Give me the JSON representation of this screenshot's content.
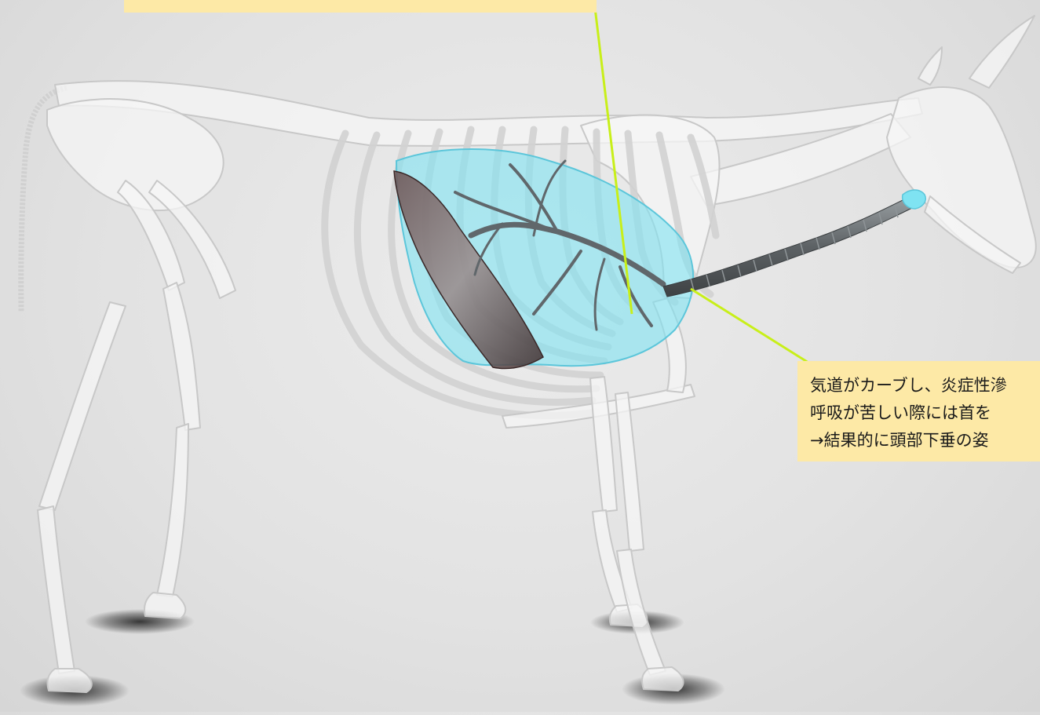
{
  "figure": {
    "colors": {
      "background": "#e3e3e3",
      "bone": "#f4f4f4",
      "lung": "#7fe3f2",
      "trachea": "#6f7375",
      "diaphragm": "#5a3f3f",
      "leader_line": "#c8ef19",
      "callout_bg": "#fde9a6"
    },
    "callout_top": {
      "lines": []
    },
    "callout_right": {
      "lines": [
        "気道がカーブし、炎症性滲",
        "呼吸が苦しい際には首を",
        "→結果的に頭部下垂の姿"
      ]
    }
  }
}
